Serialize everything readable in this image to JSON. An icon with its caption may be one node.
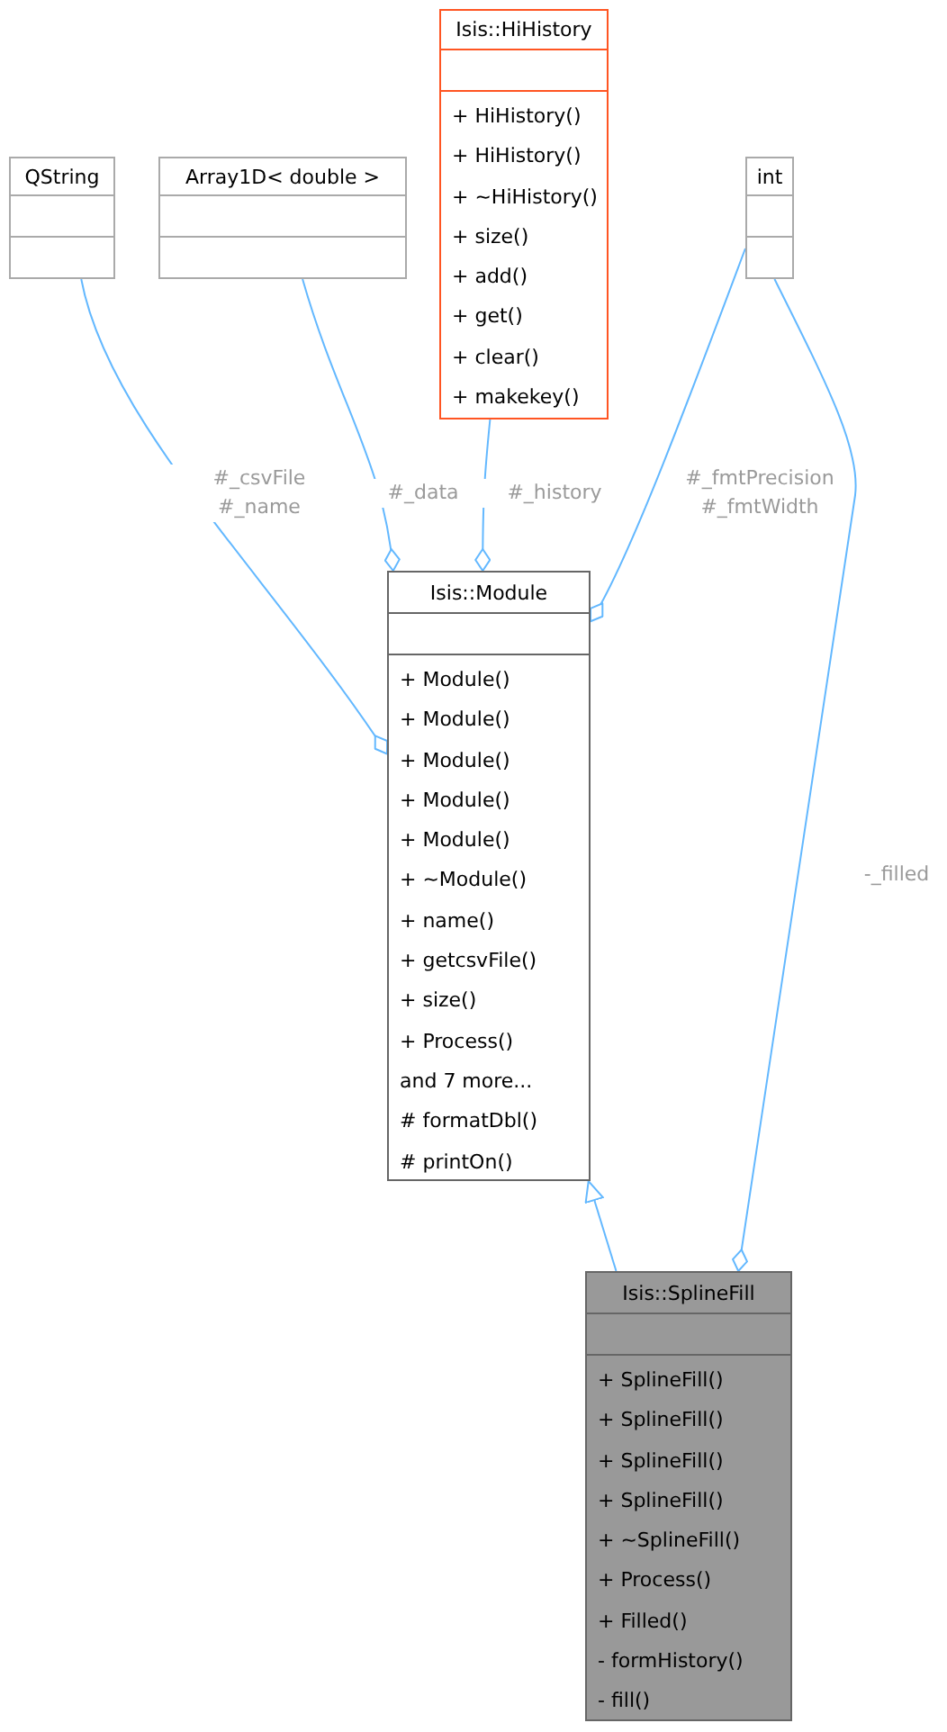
{
  "diagram": {
    "nodes": [
      {
        "text": [
          "QString"
        ]
      },
      {
        "text": [
          "Array1D< double >"
        ]
      },
      {
        "text": [
          "Isis::HiHistory",
          "+ HiHistory()",
          "+ HiHistory()",
          "+ ~HiHistory()",
          "+ size()",
          "+ add()",
          "+ get()",
          "+ clear()",
          "+ makekey()"
        ]
      },
      {
        "text": [
          "int"
        ]
      },
      {
        "text": [
          "Isis::Module",
          "+ Module()",
          "+ Module()",
          "+ Module()",
          "+ Module()",
          "+ Module()",
          "+ ~Module()",
          "+ name()",
          "+ getcsvFile()",
          "+ size()",
          "+ Process()",
          "and 7 more...",
          "# formatDbl()",
          "# printOn()"
        ]
      },
      {
        "text": [
          "Isis::SplineFill",
          "+ SplineFill()",
          "+ SplineFill()",
          "+ SplineFill()",
          "+ SplineFill()",
          "+ ~SplineFill()",
          "+ Process()",
          "+ Filled()",
          "- formHistory()",
          "- fill()"
        ]
      }
    ],
    "edges": [
      {
        "from": 0,
        "to": 4,
        "arrow": "other",
        "label": "#_csvFile #_name"
      },
      {
        "from": 1,
        "to": 4,
        "arrow": "other",
        "label": "#_data"
      },
      {
        "from": 2,
        "to": 4,
        "arrow": "other",
        "label": "#_history"
      },
      {
        "from": 3,
        "to": 4,
        "arrow": "other",
        "label": "#_fmtPrecision #_fmtWidth"
      },
      {
        "from": 3,
        "to": 5,
        "arrow": "other",
        "label": "-_filled"
      },
      {
        "from": 5,
        "to": 4,
        "arrow": "to"
      }
    ]
  }
}
